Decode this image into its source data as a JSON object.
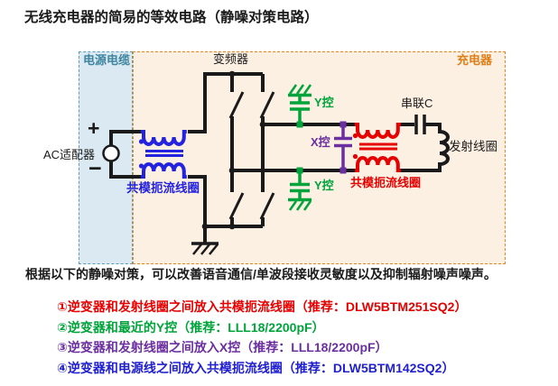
{
  "title": "无线充电器的简易的等效电路（静噪对策电路）",
  "colors": {
    "teal": "#3E85A0",
    "orange": "#E07E18",
    "blue": "#2323DF",
    "red": "#E60000",
    "green": "#00A43B",
    "purple": "#6B2FA0",
    "royal_blue": "#2020D0",
    "black": "#1A1A1A",
    "power_region_bg": "#DBEAF2",
    "charger_region_bg": "#FBF0E2"
  },
  "diagram": {
    "power_cable_label": "电源电缆",
    "charger_label": "充电器",
    "inverter_label": "变频器",
    "ac_adapter_label": "AC适配器",
    "plus": "+",
    "minus": "−",
    "input_choke_label": "共模扼流线圈",
    "y_cap_top_label": "Y控",
    "x_cap_label": "X控",
    "y_cap_bottom_label": "Y控",
    "output_choke_label": "共模扼流线圈",
    "series_cap_label": "串联C",
    "tx_coil_label": "发射线圈"
  },
  "description": "根据以下的静噪对策，可以改善语音通信/单波段接收灵敏度以及抑制辐射噪声噪声。",
  "countermeasures": [
    {
      "label": "①逆变器和发射线圈之间放入共模扼流线圈（推荐：DLW5BTM251SQ2）"
    },
    {
      "label": "②逆变器和最近的Y控（推荐：LLL18/2200pF）"
    },
    {
      "label": "③逆变器和发射线圈之间放入X控（推荐：LLL18/2200pF）"
    },
    {
      "label": "④逆变器和电源线之间放入共模扼流线圈（推荐：DLW5BTM142SQ2）"
    }
  ]
}
